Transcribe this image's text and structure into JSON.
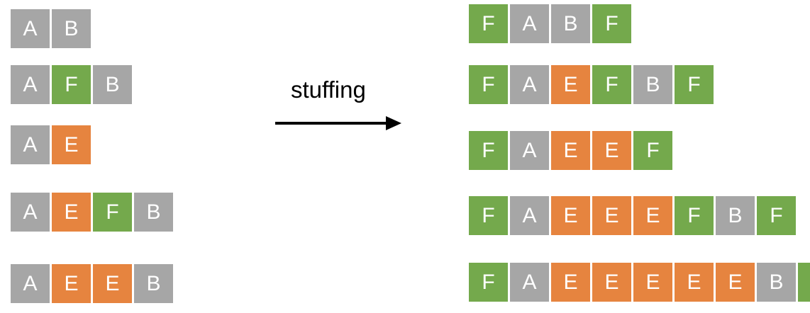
{
  "colors": {
    "A": "#a6a6a6",
    "B": "#a6a6a6",
    "E": "#e6843f",
    "F": "#74a94c"
  },
  "arrow_label": "stuffing",
  "left_sequences": [
    [
      "A",
      "B"
    ],
    [
      "A",
      "F",
      "B"
    ],
    [
      "A",
      "E"
    ],
    [
      "A",
      "E",
      "F",
      "B"
    ],
    [
      "A",
      "E",
      "E",
      "B"
    ]
  ],
  "right_sequences": [
    [
      "F",
      "A",
      "B",
      "F"
    ],
    [
      "F",
      "A",
      "E",
      "F",
      "B",
      "F"
    ],
    [
      "F",
      "A",
      "E",
      "E",
      "F"
    ],
    [
      "F",
      "A",
      "E",
      "E",
      "E",
      "F",
      "B",
      "F"
    ],
    [
      "F",
      "A",
      "E",
      "E",
      "E",
      "E",
      "E",
      "B",
      "F"
    ]
  ]
}
